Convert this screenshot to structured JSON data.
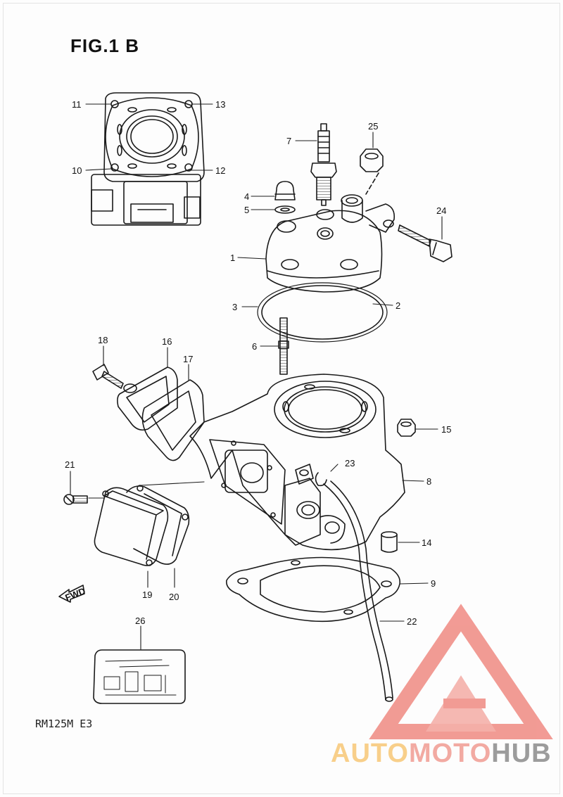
{
  "figure": {
    "title": "FIG.1 B",
    "model_code": "RM125M E3"
  },
  "callouts": [
    {
      "id": "c1",
      "label": "1"
    },
    {
      "id": "c2",
      "label": "2"
    },
    {
      "id": "c3",
      "label": "3"
    },
    {
      "id": "c4",
      "label": "4"
    },
    {
      "id": "c5",
      "label": "5"
    },
    {
      "id": "c6",
      "label": "6"
    },
    {
      "id": "c7",
      "label": "7"
    },
    {
      "id": "c8",
      "label": "8"
    },
    {
      "id": "c9",
      "label": "9"
    },
    {
      "id": "c10",
      "label": "10"
    },
    {
      "id": "c11",
      "label": "11"
    },
    {
      "id": "c12",
      "label": "12"
    },
    {
      "id": "c13",
      "label": "13"
    },
    {
      "id": "c14",
      "label": "14"
    },
    {
      "id": "c15",
      "label": "15"
    },
    {
      "id": "c16",
      "label": "16"
    },
    {
      "id": "c17",
      "label": "17"
    },
    {
      "id": "c18",
      "label": "18"
    },
    {
      "id": "c19",
      "label": "19"
    },
    {
      "id": "c20",
      "label": "20"
    },
    {
      "id": "c21",
      "label": "21"
    },
    {
      "id": "c22",
      "label": "22"
    },
    {
      "id": "c23",
      "label": "23"
    },
    {
      "id": "c24",
      "label": "24"
    },
    {
      "id": "c25",
      "label": "25"
    },
    {
      "id": "c26",
      "label": "26"
    }
  ],
  "direction_marker": {
    "label": "FWD"
  },
  "watermark": {
    "part1": "AUTO",
    "part2": "MOTO",
    "part3": "HUB",
    "colors": {
      "auto": "#f8cf8a",
      "moto": "#f2aaa2",
      "hub": "#9c9c9c",
      "logo": "#f08a82"
    }
  }
}
